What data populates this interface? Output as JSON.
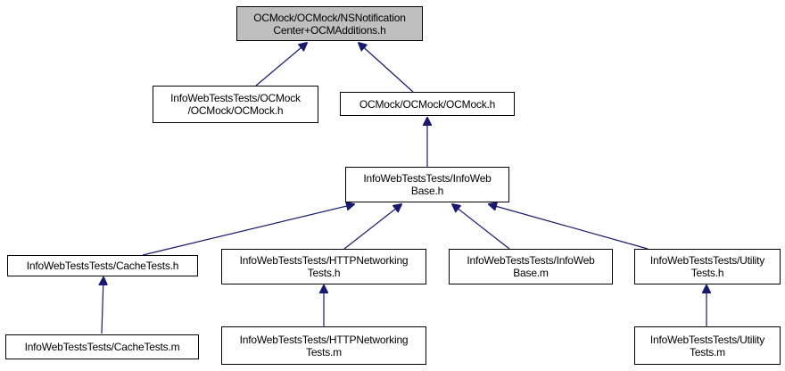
{
  "colors": {
    "edge": "#191970",
    "current_node_fill": "#bfbfbf",
    "node_border": "#000000"
  },
  "nodes": {
    "root": {
      "line1": "OCMock/OCMock/NSNotification",
      "line2": "Center+OCMAdditions.h"
    },
    "iw_ocmock": {
      "line1": "InfoWebTestsTests/OCMock",
      "line2": "/OCMock/OCMock.h"
    },
    "ocmock": {
      "line1": "OCMock/OCMock/OCMock.h"
    },
    "base_h": {
      "line1": "InfoWebTestsTests/InfoWeb",
      "line2": "Base.h"
    },
    "cache_h": {
      "line1": "InfoWebTestsTests/CacheTests.h"
    },
    "http_h": {
      "line1": "InfoWebTestsTests/HTTPNetworking",
      "line2": "Tests.h"
    },
    "base_m": {
      "line1": "InfoWebTestsTests/InfoWeb",
      "line2": "Base.m"
    },
    "util_h": {
      "line1": "InfoWebTestsTests/Utility",
      "line2": "Tests.h"
    },
    "cache_m": {
      "line1": "InfoWebTestsTests/CacheTests.m"
    },
    "http_m": {
      "line1": "InfoWebTestsTests/HTTPNetworking",
      "line2": "Tests.m"
    },
    "util_m": {
      "line1": "InfoWebTestsTests/Utility",
      "line2": "Tests.m"
    }
  }
}
